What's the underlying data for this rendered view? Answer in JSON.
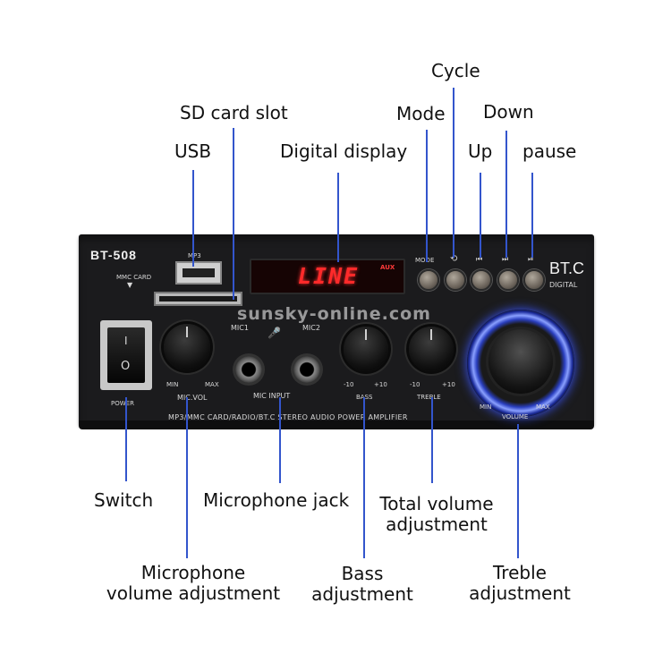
{
  "callouts": {
    "cycle": "Cycle",
    "sd_card_slot": "SD card slot",
    "mode": "Mode",
    "down": "Down",
    "usb": "USB",
    "digital_display": "Digital display",
    "up": "Up",
    "pause": "pause",
    "switch": "Switch",
    "microphone_jack": "Microphone jack",
    "total_volume_1": "Total volume",
    "total_volume_2": "adjustment",
    "mic_volume_1": "Microphone",
    "mic_volume_2": "volume adjustment",
    "bass_1": "Bass",
    "bass_2": "adjustment",
    "treble_1": "Treble",
    "treble_2": "adjustment"
  },
  "device": {
    "model": "BT-508",
    "mp3": "MP3",
    "mmc_card": "MMC CARD",
    "display_text": "LINE",
    "display_aux": "AUX",
    "mode": "MODE",
    "bt_logo": "BT.C",
    "digital": "DIGITAL",
    "mic1": "MIC1",
    "mic2": "MIC2",
    "mic_input": "MIC INPUT",
    "min": "MIN",
    "max": "MAX",
    "mic_vol": "MIC.VOL",
    "power": "POWER",
    "bass": "BASS",
    "treble": "TREBLE",
    "minus10": "-10",
    "plus10": "+10",
    "volume": "VOLUME",
    "tagline": "MP3/MMC CARD/RADIO/BT.C STEREO AUDIO POWER AMPLIFIER",
    "watermark": "sunsky-online.com"
  },
  "colors": {
    "leader_line": "#3355cc",
    "display_red": "#ff2a2a",
    "volume_ring_blue": "#3b56ff"
  }
}
